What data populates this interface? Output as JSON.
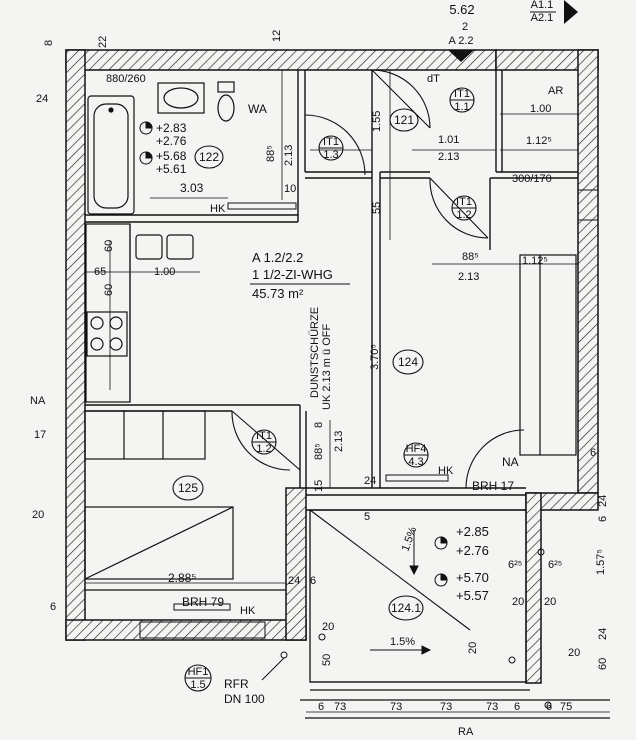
{
  "header": {
    "level": "5.62",
    "sheet_top": "A1.1",
    "sheet_bottom": "A2.1",
    "section_top": "2",
    "section_bottom": "A 2.2"
  },
  "apartment": {
    "id": "A 1.2/2.2",
    "type": "1 1/2-ZI-WHG",
    "area": "45.73 m²"
  },
  "rooms": {
    "r121": "121",
    "r122": "122",
    "r124": "124",
    "r125": "125",
    "r1241": "124.1"
  },
  "door_tags": [
    {
      "top": "IT1",
      "bottom": "1.1"
    },
    {
      "top": "IT1",
      "bottom": "1.3"
    },
    {
      "top": "IT1",
      "bottom": "1.2"
    },
    {
      "top": "IT1",
      "bottom": "1.2"
    },
    {
      "top": "HF4",
      "bottom": "4.3"
    },
    {
      "top": "HF1",
      "bottom": "1.5"
    }
  ],
  "labels": {
    "window_top": "880/260",
    "wa": "WA",
    "dt": "dT",
    "ar": "AR",
    "hk": "HK",
    "na": "NA",
    "brh17": "BRH 17",
    "brh79": "BRH 79",
    "window_right": "300/170",
    "dunst": "DUNSTSCHÜRZE",
    "dunst2": "UK 2.13 m ü OFF",
    "rfr": "RFR",
    "dn": "DN 100",
    "na_left": "NA",
    "ra": "RA"
  },
  "elevations": {
    "bath1": "+2.83",
    "bath2": "+2.76",
    "bath3": "+5.68",
    "bath4": "+5.61",
    "loggia1": "+2.85",
    "loggia2": "+2.76",
    "loggia3": "+5.70",
    "loggia4": "+5.57"
  },
  "slope": {
    "a": "1.5%",
    "b": "1.5%"
  },
  "dims": {
    "d22": "22",
    "d12": "12",
    "d8": "8",
    "d303": "3.03",
    "d10": "10",
    "d885a": "88⁵",
    "d213a": "2.13",
    "d155": "1.55",
    "d55": "55",
    "d100a": "1.00",
    "d112a": "1.12⁵",
    "d101": "1.01",
    "d213b": "2.13",
    "d885b": "88⁵",
    "d213c": "2.13",
    "d1125b": "1.12⁵",
    "d60a": "60",
    "d65": "65",
    "d100b": "1.00",
    "d60b": "60",
    "d3705": "3.70⁵",
    "d885c": "88⁵",
    "d213d": "2.13",
    "d8b": "8",
    "d15": "15",
    "d24a": "24",
    "d5": "5",
    "d17": "17",
    "d20a": "20",
    "d2885": "2.88⁵",
    "d24b": "24",
    "d6a": "6",
    "d6b": "6",
    "d625a": "6²⁵",
    "d625b": "6²⁵",
    "d1575": "1.57⁵",
    "d20b": "20",
    "d20c": "20",
    "d24c": "24",
    "d20d": "20",
    "d60c": "60",
    "d50": "50",
    "d20e": "20",
    "d20f": "20",
    "d24d": "24",
    "d6c": "6",
    "b6a": "6",
    "b73a": "73",
    "b73b": "73",
    "b73c": "73",
    "b73d": "73",
    "b6b": "6",
    "b6c": "6",
    "b75": "75",
    "d24e": "24",
    "d6d": "6"
  }
}
